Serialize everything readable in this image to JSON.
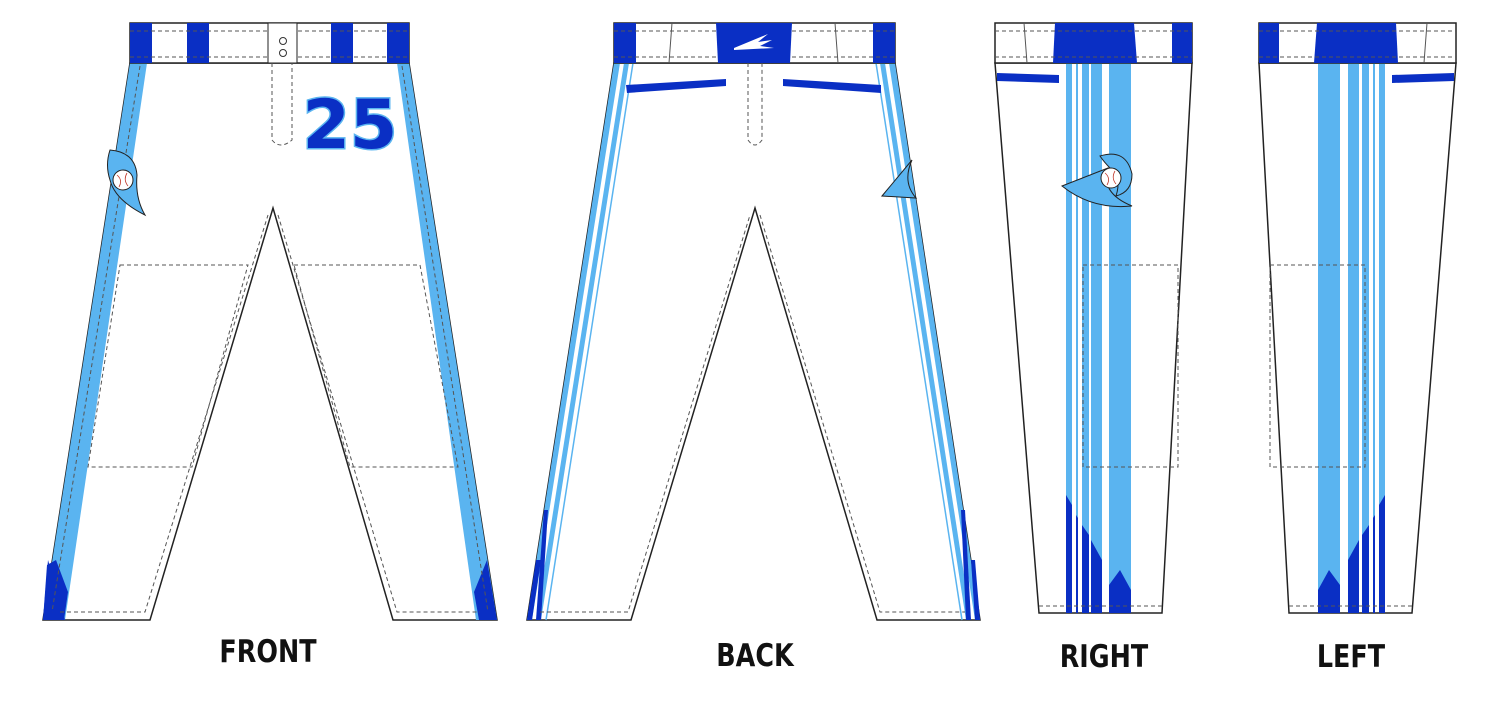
{
  "colors": {
    "royal_blue": "#0a2fc4",
    "sky_blue": "#5ab4f0",
    "white": "#ffffff",
    "outline": "#222222"
  },
  "front": {
    "label": "FRONT",
    "player_number": "25",
    "logo_icon": "baseball-swoosh-icon"
  },
  "back": {
    "label": "BACK",
    "logo_icon": "brand-arrow-icon",
    "side_logo_icon": "swoosh-icon"
  },
  "right": {
    "label": "RIGHT",
    "logo_icon": "baseball-swoosh-icon"
  },
  "left": {
    "label": "LEFT"
  }
}
